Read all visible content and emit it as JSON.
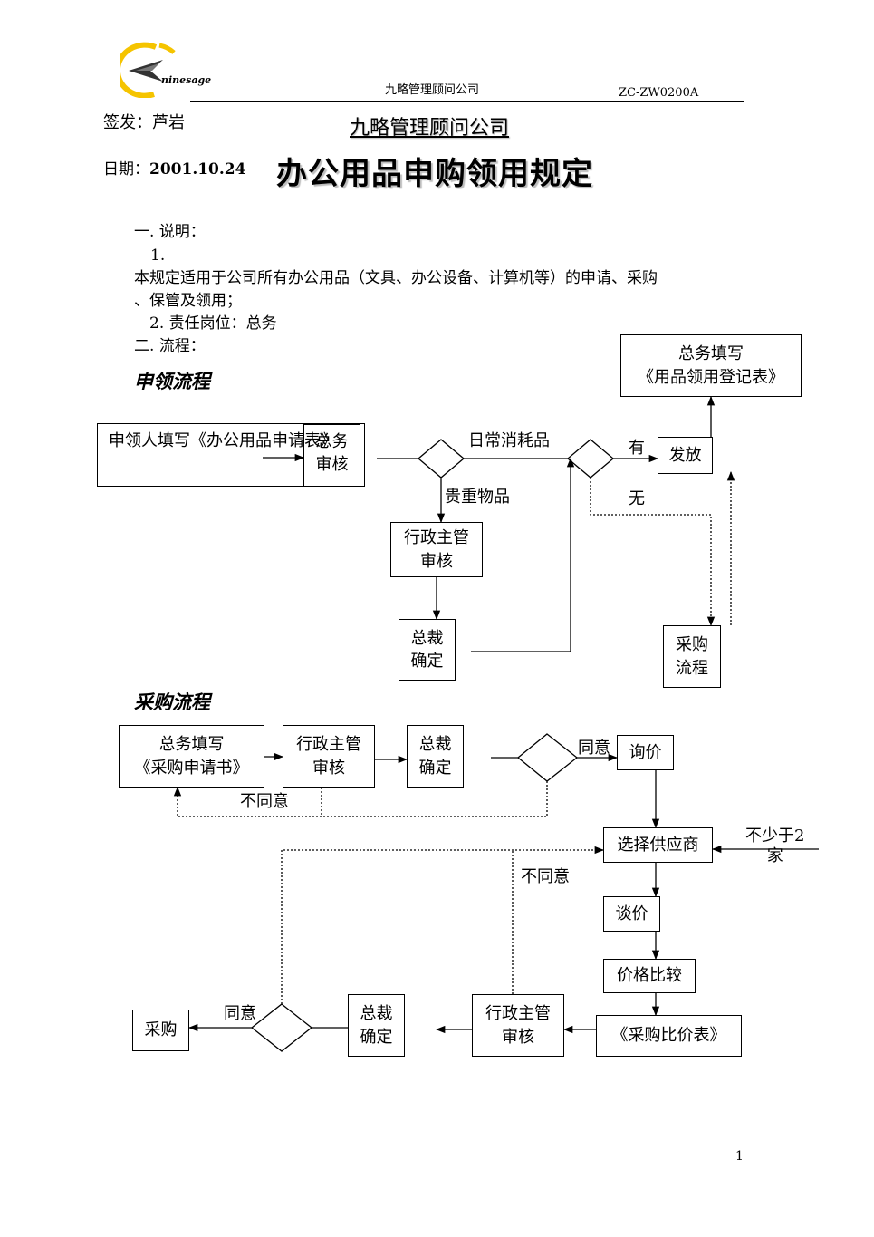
{
  "header": {
    "logo_text": "ninesage",
    "company_small": "九略管理顾问公司",
    "doc_code": "ZC-ZW0200A"
  },
  "meta": {
    "issuer": "签发：芦岩",
    "date_label": "日期：",
    "date_value": "2001.10.24"
  },
  "title": {
    "company": "九略管理顾问公司",
    "main": "办公用品申购领用规定"
  },
  "body": {
    "s1_heading": "一. 说明：",
    "item1_num": "1.",
    "item1_line1": "本规定适用于公司所有办公用品（文具、办公设备、计算机等）的申请、采购",
    "item1_line2": "、保管及领用；",
    "item2": "2.   责任岗位：总务",
    "s2_heading": "二. 流程："
  },
  "flow1": {
    "title": "申领流程",
    "apply_box": "申领人填写《办公用品申请表》",
    "general_review": "总务\n审核",
    "daily_label": "日常消耗品",
    "valuable_label": "贵重物品",
    "have_label": "有",
    "none_label": "无",
    "admin_review": "行政主管\n审核",
    "ceo_confirm": "总裁\n确定",
    "issue_box": "发放",
    "register_box": "总务填写\n《用品领用登记表》",
    "purchase_box": "采购\n流程"
  },
  "flow2": {
    "title": "采购流程",
    "request_box": "总务填写\n《采购申请书》",
    "admin_review": "行政主管\n审核",
    "ceo_confirm": "总裁\n确定",
    "agree1": "同意",
    "disagree1": "不同意",
    "inquiry_box": "询价",
    "supplier_box": "选择供应商",
    "min_suppliers": "不少于2\n家",
    "disagree2": "不同意",
    "negotiate_box": "谈价",
    "compare_box": "价格比较",
    "compare_form_box": "《采购比价表》",
    "admin_review2": "行政主管\n审核",
    "ceo_confirm2": "总裁\n确定",
    "agree2": "同意",
    "purchase_box": "采购"
  },
  "footer": {
    "page_number": "1"
  }
}
